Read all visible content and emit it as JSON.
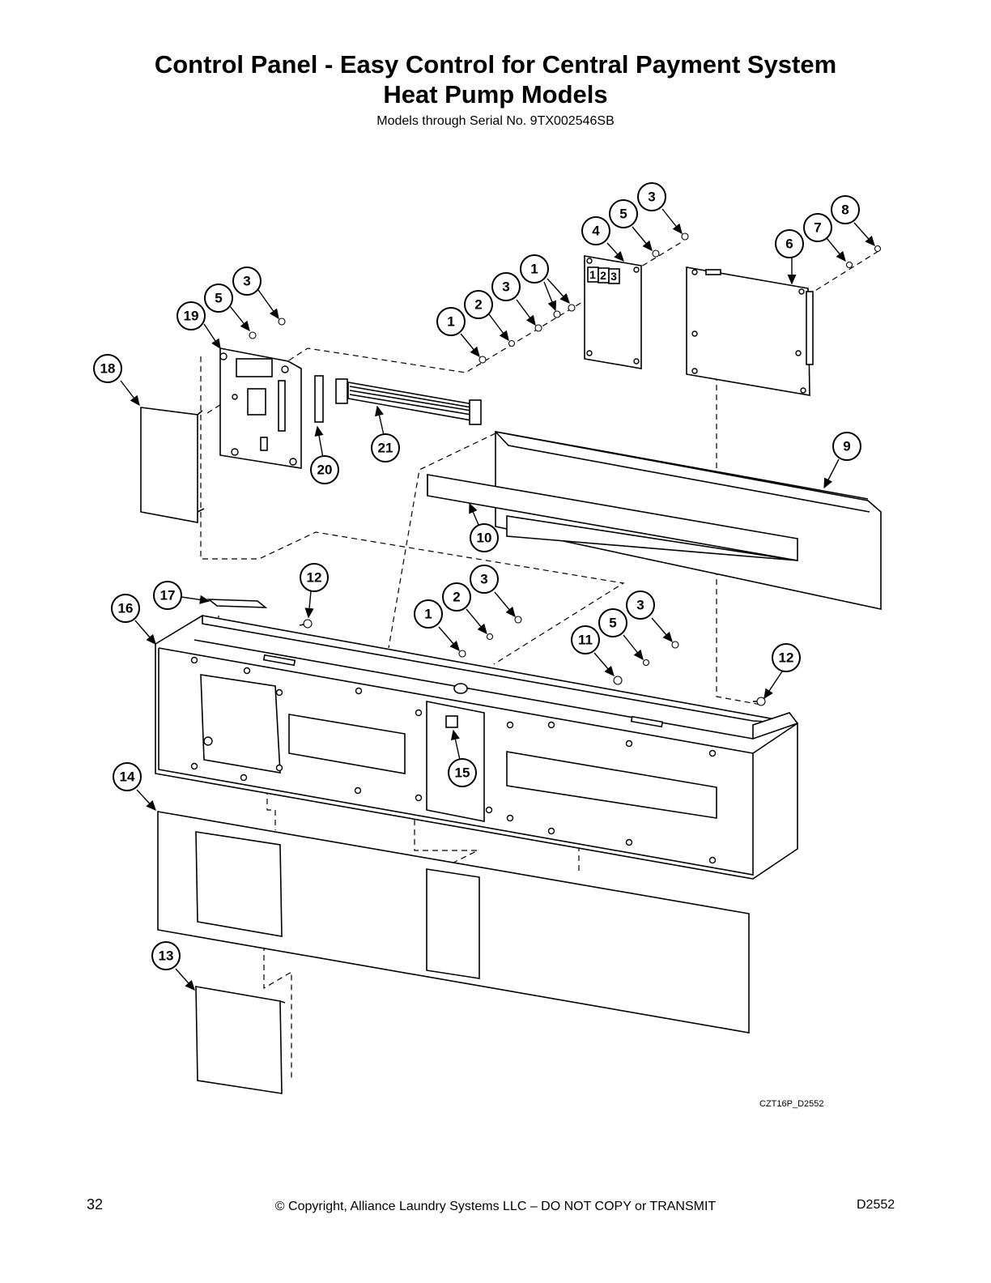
{
  "header": {
    "title_line1": "Control Panel - Easy Control for Central Payment System",
    "title_line2": "Heat Pump Models",
    "subtitle": "Models through Serial No. 9TX002546SB"
  },
  "diagram": {
    "drawing_code": "CZT16P_D2552",
    "callouts": [
      "1",
      "1",
      "1",
      "2",
      "2",
      "3",
      "3",
      "3",
      "3",
      "3",
      "4",
      "5",
      "5",
      "5",
      "6",
      "7",
      "8",
      "9",
      "10",
      "11",
      "12",
      "12",
      "13",
      "14",
      "15",
      "16",
      "17",
      "18",
      "19",
      "20",
      "21"
    ]
  },
  "footer": {
    "page_number": "32",
    "copyright": "© Copyright, Alliance Laundry Systems LLC – DO NOT COPY or TRANSMIT",
    "doc_id": "D2552"
  }
}
